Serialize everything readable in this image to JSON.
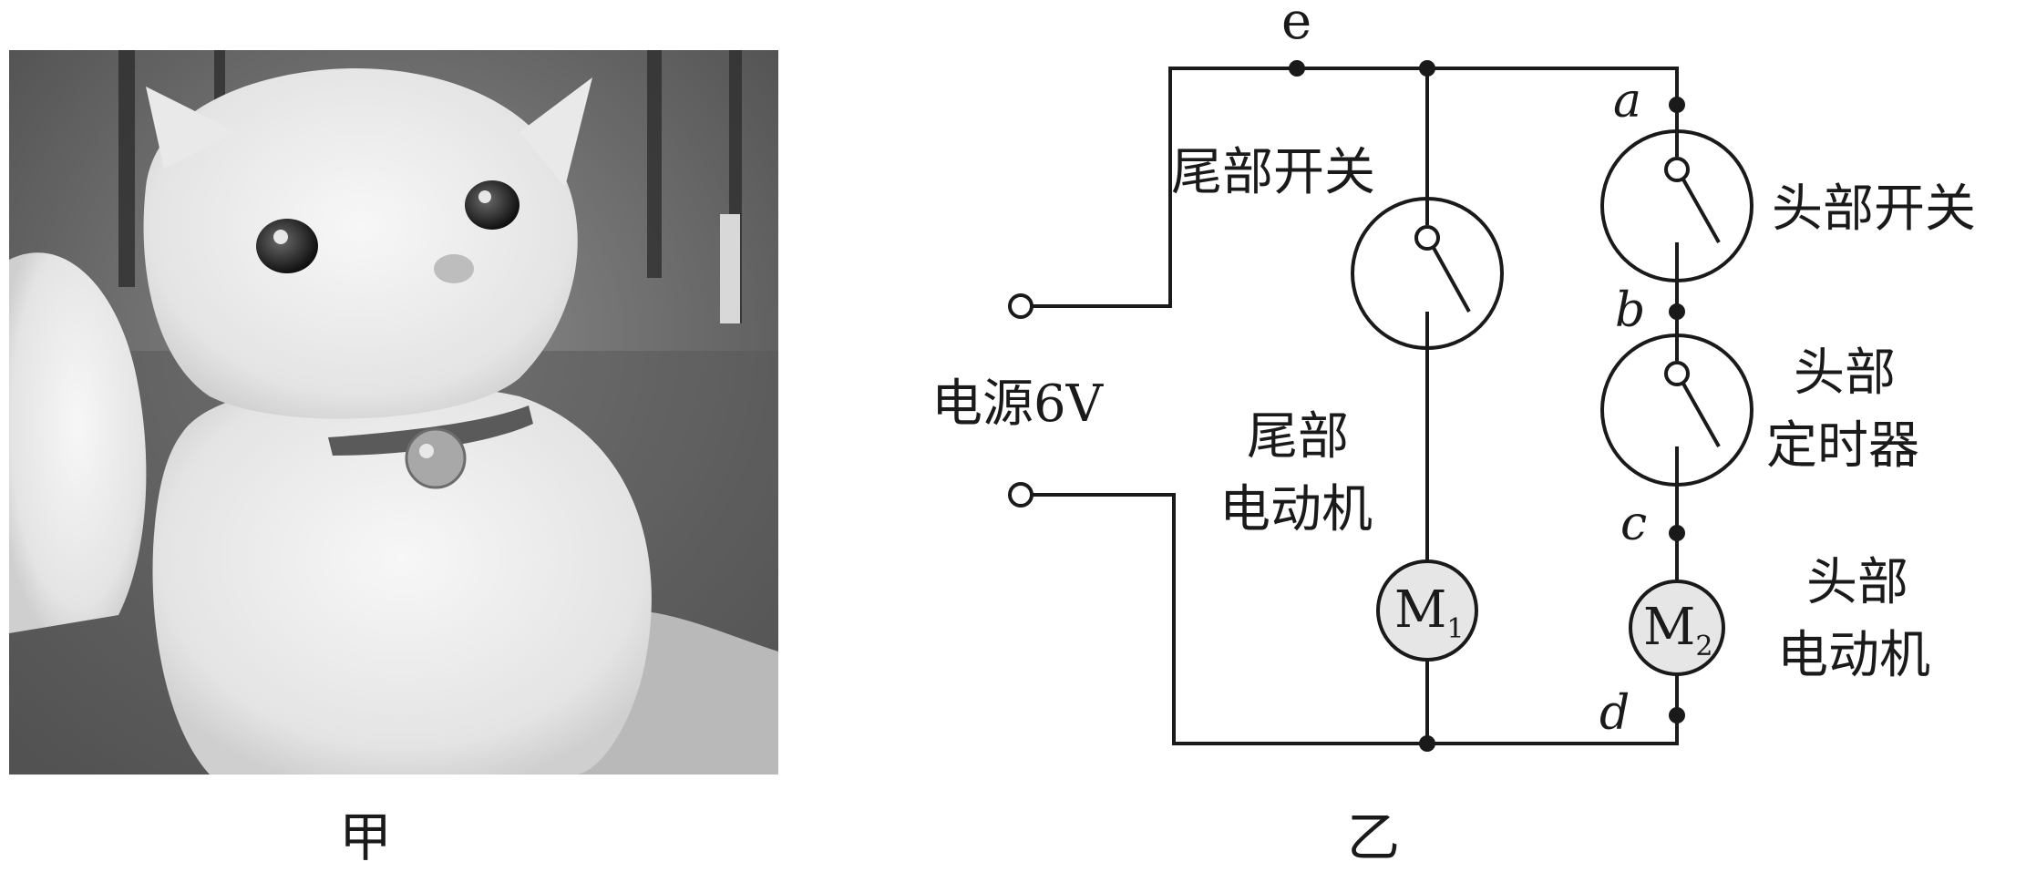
{
  "figures": {
    "left_caption": "甲",
    "right_caption": "乙"
  },
  "photo": {
    "subject_icon": "plush-toy-cat-photo",
    "tone": "grayscale"
  },
  "circuit": {
    "node_e": "e",
    "node_a": "a",
    "node_b": "b",
    "node_c": "c",
    "node_d": "d",
    "power_label": "电源6V",
    "tail_switch": "尾部开关",
    "tail_motor_line1": "尾部",
    "tail_motor_line2": "电动机",
    "head_switch": "头部开关",
    "head_timer_line1": "头部",
    "head_timer_line2": "定时器",
    "head_motor_line1": "头部",
    "head_motor_line2": "电动机",
    "m1": {
      "letter": "M",
      "sub": "1"
    },
    "m2": {
      "letter": "M",
      "sub": "2"
    },
    "colors": {
      "line": "#1a1a1a",
      "motor_fill": "#e6e6e6"
    }
  }
}
